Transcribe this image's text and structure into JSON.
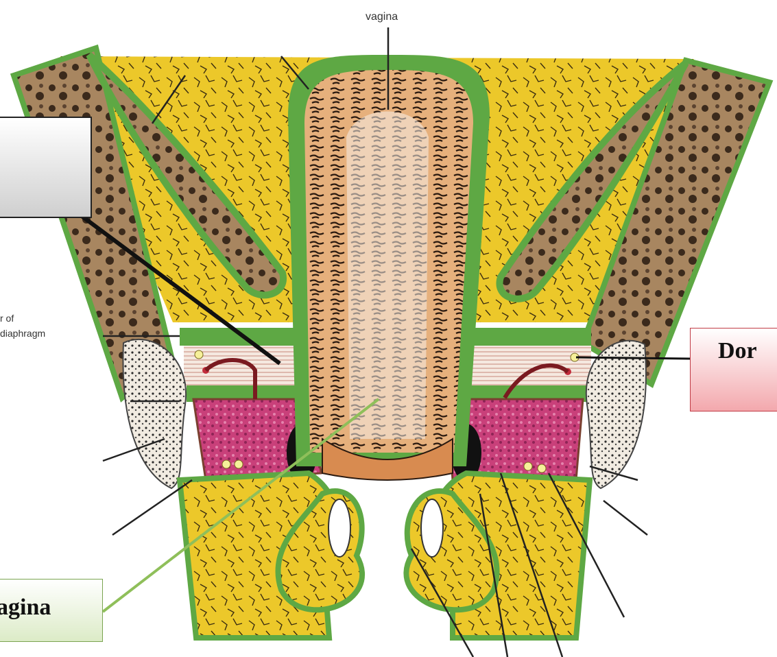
{
  "labels": {
    "vagina": "vagina",
    "diaphragm_line1": "r of",
    "diaphragm_line2": "diaphragm"
  },
  "callouts": {
    "top_left": "",
    "right": "Dor",
    "bottom_left": "agina"
  },
  "colors": {
    "fat_yellow": "#ecc82a",
    "fascia_green": "#5ea844",
    "muscle_brown": "#9e7a52",
    "vagina_lumen": "#e8a770",
    "bulb_pink": "#c9407a",
    "label_right_border": "#c03a44",
    "label_left_border": "#7aa450"
  }
}
